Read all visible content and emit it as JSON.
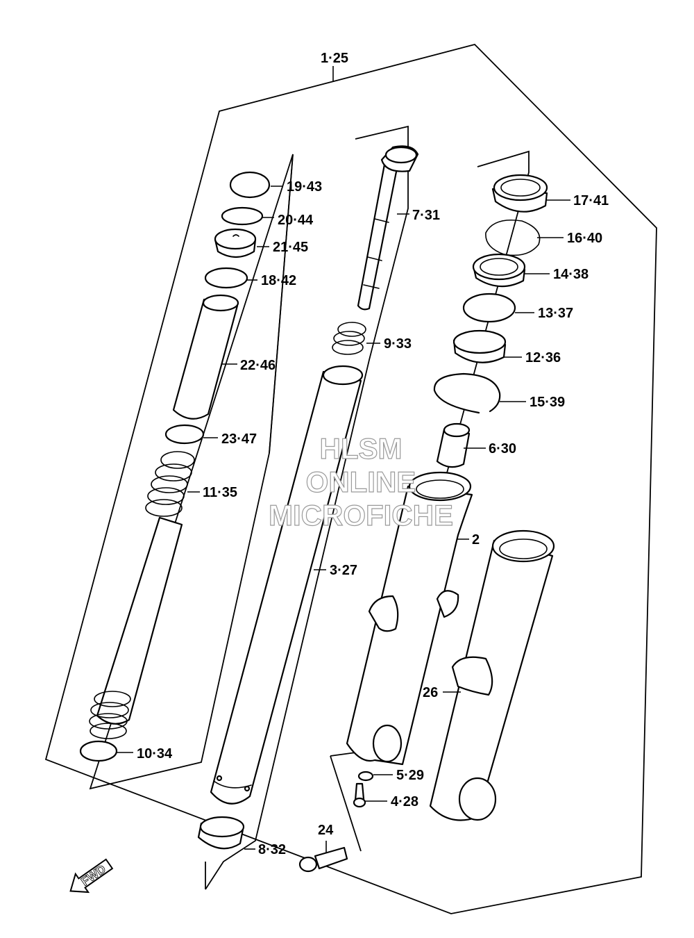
{
  "callouts": {
    "c1_25": "1·25",
    "c19_43": "19·43",
    "c20_44": "20·44",
    "c21_45": "21·45",
    "c18_42": "18·42",
    "c22_46": "22·46",
    "c23_47": "23·47",
    "c11_35": "11·35",
    "c10_34": "10·34",
    "c7_31": "7·31",
    "c9_33": "9·33",
    "c3_27": "3·27",
    "c8_32": "8·32",
    "c24": "24",
    "c17_41": "17·41",
    "c16_40": "16·40",
    "c14_38": "14·38",
    "c13_37": "13·37",
    "c12_36": "12·36",
    "c15_39": "15·39",
    "c6_30": "6·30",
    "c2": "2",
    "c26": "26",
    "c5_29": "5·29",
    "c4_28": "4·28"
  },
  "watermark": {
    "line1": "HLSM",
    "line2": "ONLINE",
    "line3": "MICROFICHE"
  },
  "fwd_label": "FWD"
}
